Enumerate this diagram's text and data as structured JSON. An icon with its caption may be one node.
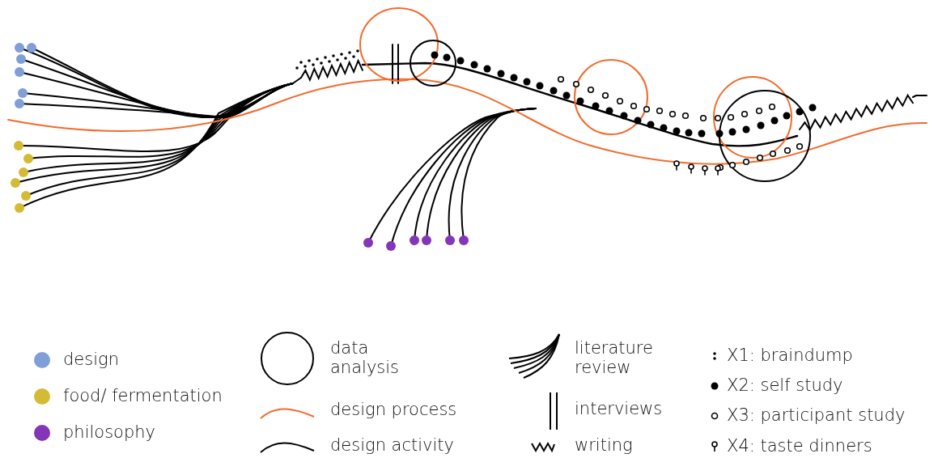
{
  "diagram": {
    "legend": [
      {
        "text": "design",
        "color": "#7f9fd6"
      },
      {
        "text": "food/ fermentation",
        "color": "#d4bb35"
      },
      {
        "text": "philosophy",
        "color": "#8435b8"
      },
      {
        "text": "data analysis"
      },
      {
        "text": "design process"
      },
      {
        "text": "design activity"
      },
      {
        "text": "literature review"
      },
      {
        "text": "interviews"
      },
      {
        "text": "writing"
      },
      {
        "text": "X1: braindump"
      },
      {
        "text": "X2: self study"
      },
      {
        "text": "X3: participant study"
      },
      {
        "text": "X4: taste dinners"
      }
    ]
  }
}
